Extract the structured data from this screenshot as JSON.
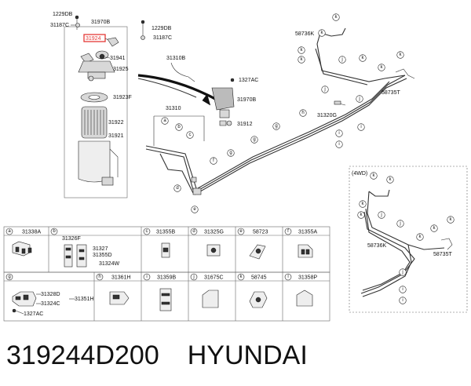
{
  "caption": {
    "part_number": "319244D200",
    "brand": "HYUNDAI"
  },
  "filter_assembly": {
    "labels": [
      "1229DB",
      "31970B",
      "31187C",
      "1229DB",
      "31187C",
      "31924",
      "31941",
      "31925",
      "31923F",
      "31922",
      "31921"
    ],
    "highlighted_part": "31924",
    "highlight_color": "#e53935"
  },
  "line_assembly": {
    "labels": [
      "31310B",
      "1327AC",
      "31970B",
      "31310",
      "31912",
      "58736K",
      "58735T",
      "31320G"
    ]
  },
  "fourwd_inset": {
    "title": "(4WD)",
    "labels": [
      "58736K",
      "58735T"
    ]
  },
  "callout_letters": [
    "a",
    "b",
    "c",
    "d",
    "e",
    "f",
    "g",
    "h",
    "i",
    "j",
    "k"
  ],
  "parts_table": {
    "row1": [
      {
        "letter": "a",
        "code": "31338A"
      },
      {
        "letter": "b",
        "code": "31326F",
        "sub": [
          "31327",
          "31355D",
          "31324W"
        ]
      },
      {
        "letter": "c",
        "code": "31355B"
      },
      {
        "letter": "d",
        "code": "31325G"
      },
      {
        "letter": "e",
        "code": "58723"
      },
      {
        "letter": "f",
        "code": "31355A"
      }
    ],
    "row2": [
      {
        "letter": "g",
        "code": "",
        "sub": [
          "31328D",
          "31324C",
          "31351H",
          "1327AC"
        ]
      },
      {
        "letter": "h",
        "code": "31361H"
      },
      {
        "letter": "i",
        "code": "31359B"
      },
      {
        "letter": "j",
        "code": "31675C"
      },
      {
        "letter": "k",
        "code": "58745"
      },
      {
        "letter": "l",
        "code": "31358P"
      }
    ]
  }
}
